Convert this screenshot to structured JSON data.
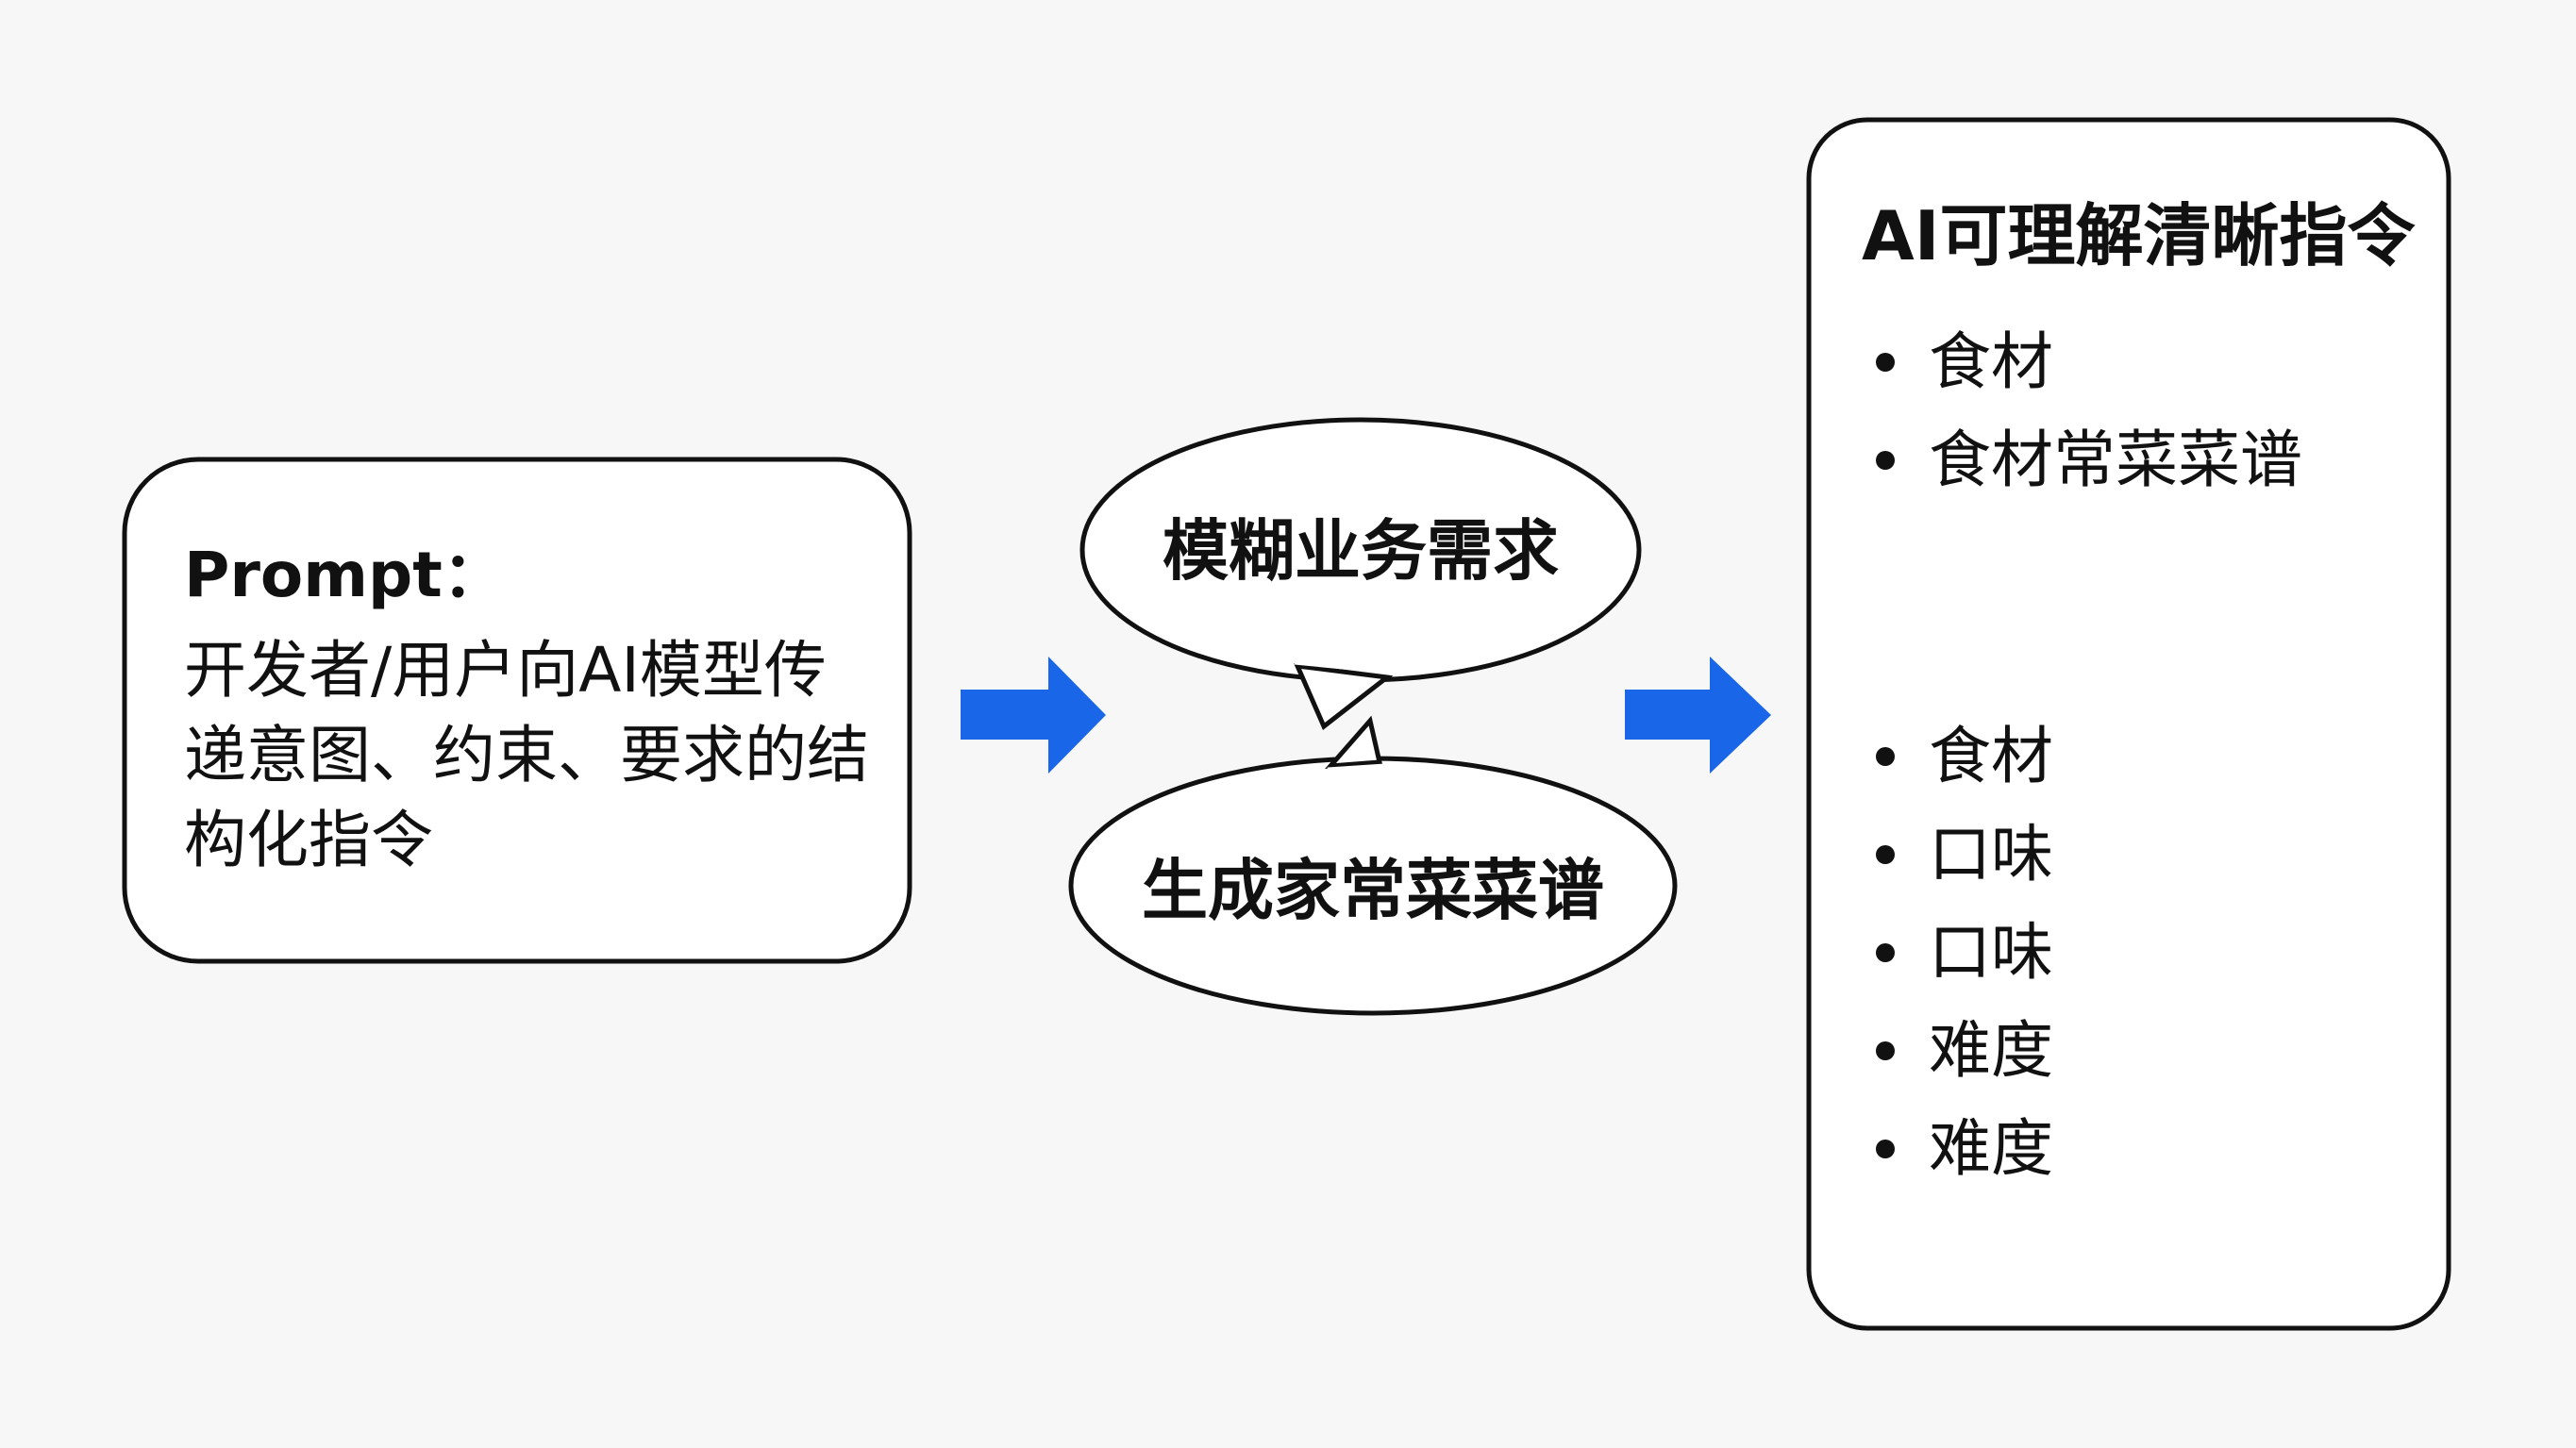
{
  "prompt_box": {
    "title": "Prompt：",
    "description": "开发者/用户向AI模型传递意图、约束、要求的结构化指令"
  },
  "bubbles": {
    "top": "模糊业务需求",
    "bottom": "生成家常菜菜谱"
  },
  "output_box": {
    "title": "AI可理解清晰指令",
    "group_a": [
      "食材",
      "食材常菜菜谱"
    ],
    "group_b": [
      "食材",
      "口味",
      "口味",
      "难度",
      "难度"
    ]
  },
  "colors": {
    "arrow": "#1a66e8",
    "stroke": "#111111",
    "box_fill": "#ffffff",
    "background": "#f7f7f7"
  },
  "icons": {
    "arrow_left": "right-arrow-icon",
    "arrow_right": "right-arrow-icon"
  }
}
